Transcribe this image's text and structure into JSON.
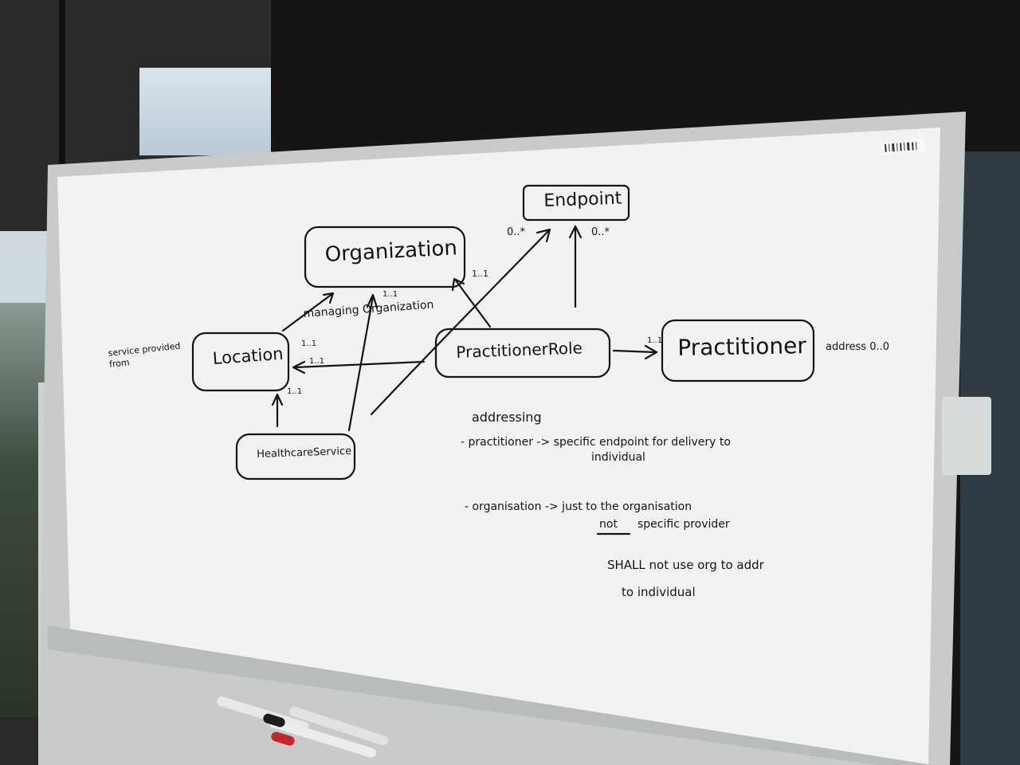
{
  "diagram": {
    "boxes": {
      "endpoint": "Endpoint",
      "organization": "Organization",
      "location": "Location",
      "practitioner_role": "PractitionerRole",
      "practitioner": "Practitioner",
      "healthcare_service": "HealthcareService"
    },
    "labels": {
      "endpoint_left_card": "0..*",
      "endpoint_right_card": "0..*",
      "organization_right_card": "1..1",
      "organization_bottom_card": "1..1",
      "managing_organization": "managing Organization",
      "location_card_upper": "1..1",
      "location_card_right": "1..1",
      "location_card_bottom": "1..1",
      "practitioner_card": "1..1",
      "service_provided_from": "service provided from",
      "address": "address 0..0"
    },
    "notes": {
      "heading": "addressing",
      "practitioner_line": "- practitioner -> specific endpoint for delivery to",
      "practitioner_line2": "individual",
      "organisation_line": "- organisation -> just to the organisation",
      "organisation_line2_not": "not",
      "organisation_line2_rest": "specific provider",
      "shall_line1": "SHALL not use org to addr",
      "shall_line2": "to individual"
    }
  },
  "colors": {
    "board": "#f2f3f1",
    "frame": "#c8cbca",
    "ink": "#141414",
    "marker_red": "#c4262e",
    "marker_black": "#1c1c1c"
  }
}
